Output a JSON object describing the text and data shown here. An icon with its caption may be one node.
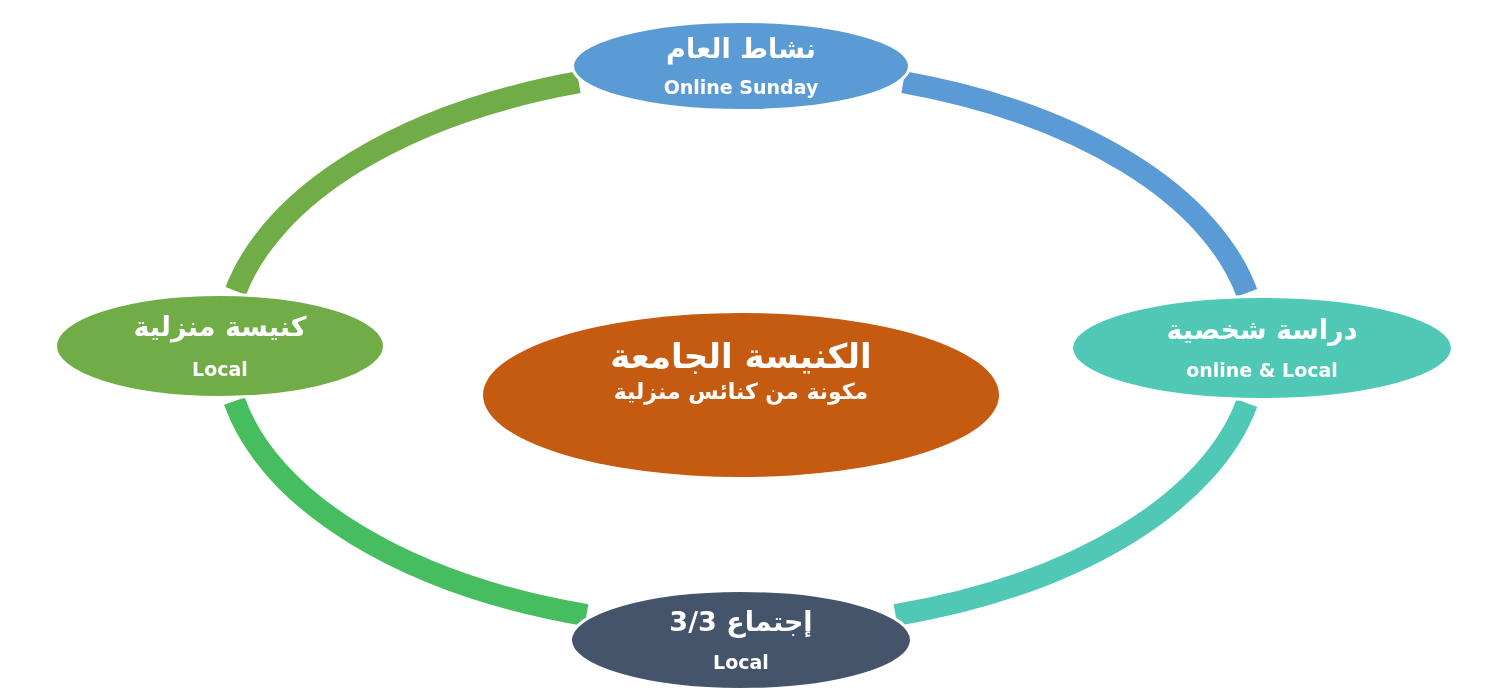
{
  "diagram": {
    "nodes": [
      {
        "text": [
          "نشاط العام",
          "Online Sunday"
        ]
      },
      {
        "text": [
          "كنيسة منزلية",
          "Local"
        ]
      },
      {
        "text": [
          "الكنيسة الجامعة",
          "مكونة من كنائس منزلية"
        ]
      },
      {
        "text": [
          "دراسة شخصية",
          "online & Local"
        ]
      },
      {
        "text": [
          "إجتماع 3/3",
          "Local"
        ]
      }
    ],
    "edges": [
      {
        "from": 0,
        "to": 3,
        "arrow": "none",
        "color": "#5b9bd5"
      },
      {
        "from": 3,
        "to": 4,
        "arrow": "none",
        "color": "#4fc8b6"
      },
      {
        "from": 4,
        "to": 1,
        "arrow": "none",
        "color": "#46bd5e"
      },
      {
        "from": 1,
        "to": 0,
        "arrow": "none",
        "color": "#70ad47"
      }
    ]
  }
}
